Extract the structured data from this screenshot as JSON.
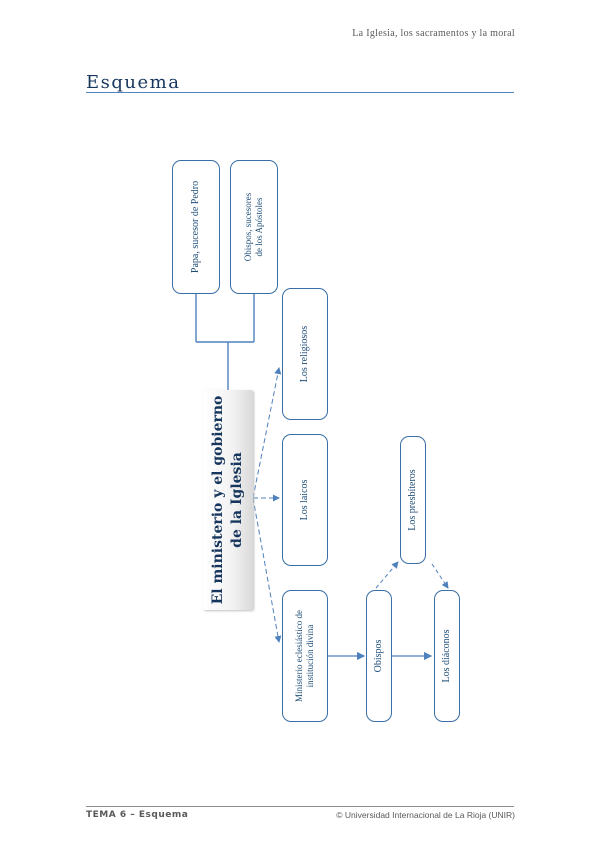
{
  "header": {
    "running_title": "La Iglesia, los sacramentos y la moral"
  },
  "section": {
    "title": "Esquema"
  },
  "diagram": {
    "central": {
      "line1": "El ministerio y el gobierno",
      "line2": "de la Iglesia"
    },
    "top_nodes": [
      {
        "lines": [
          "Papa, sucesor de Pedro"
        ]
      },
      {
        "lines": [
          "Obispos, sucesores",
          "de los Apóstoles"
        ]
      }
    ],
    "mid_nodes": [
      {
        "lines": [
          "Los religiosos"
        ]
      },
      {
        "lines": [
          "Los laicos"
        ]
      },
      {
        "lines": [
          "Ministerio eclesiástico de",
          "institución divina"
        ]
      }
    ],
    "obispos": "Obispos",
    "presbiteros": "Los presbíteros",
    "diaconos": "Los diáconos"
  },
  "footer": {
    "left": "TEMA 6 – Esquema",
    "right": "© Universidad Internacional de La Rioja (UNIR)"
  },
  "colors": {
    "accent": "#4f81bd",
    "text": "#1f4e79",
    "box_border": "#3a6ea5"
  }
}
